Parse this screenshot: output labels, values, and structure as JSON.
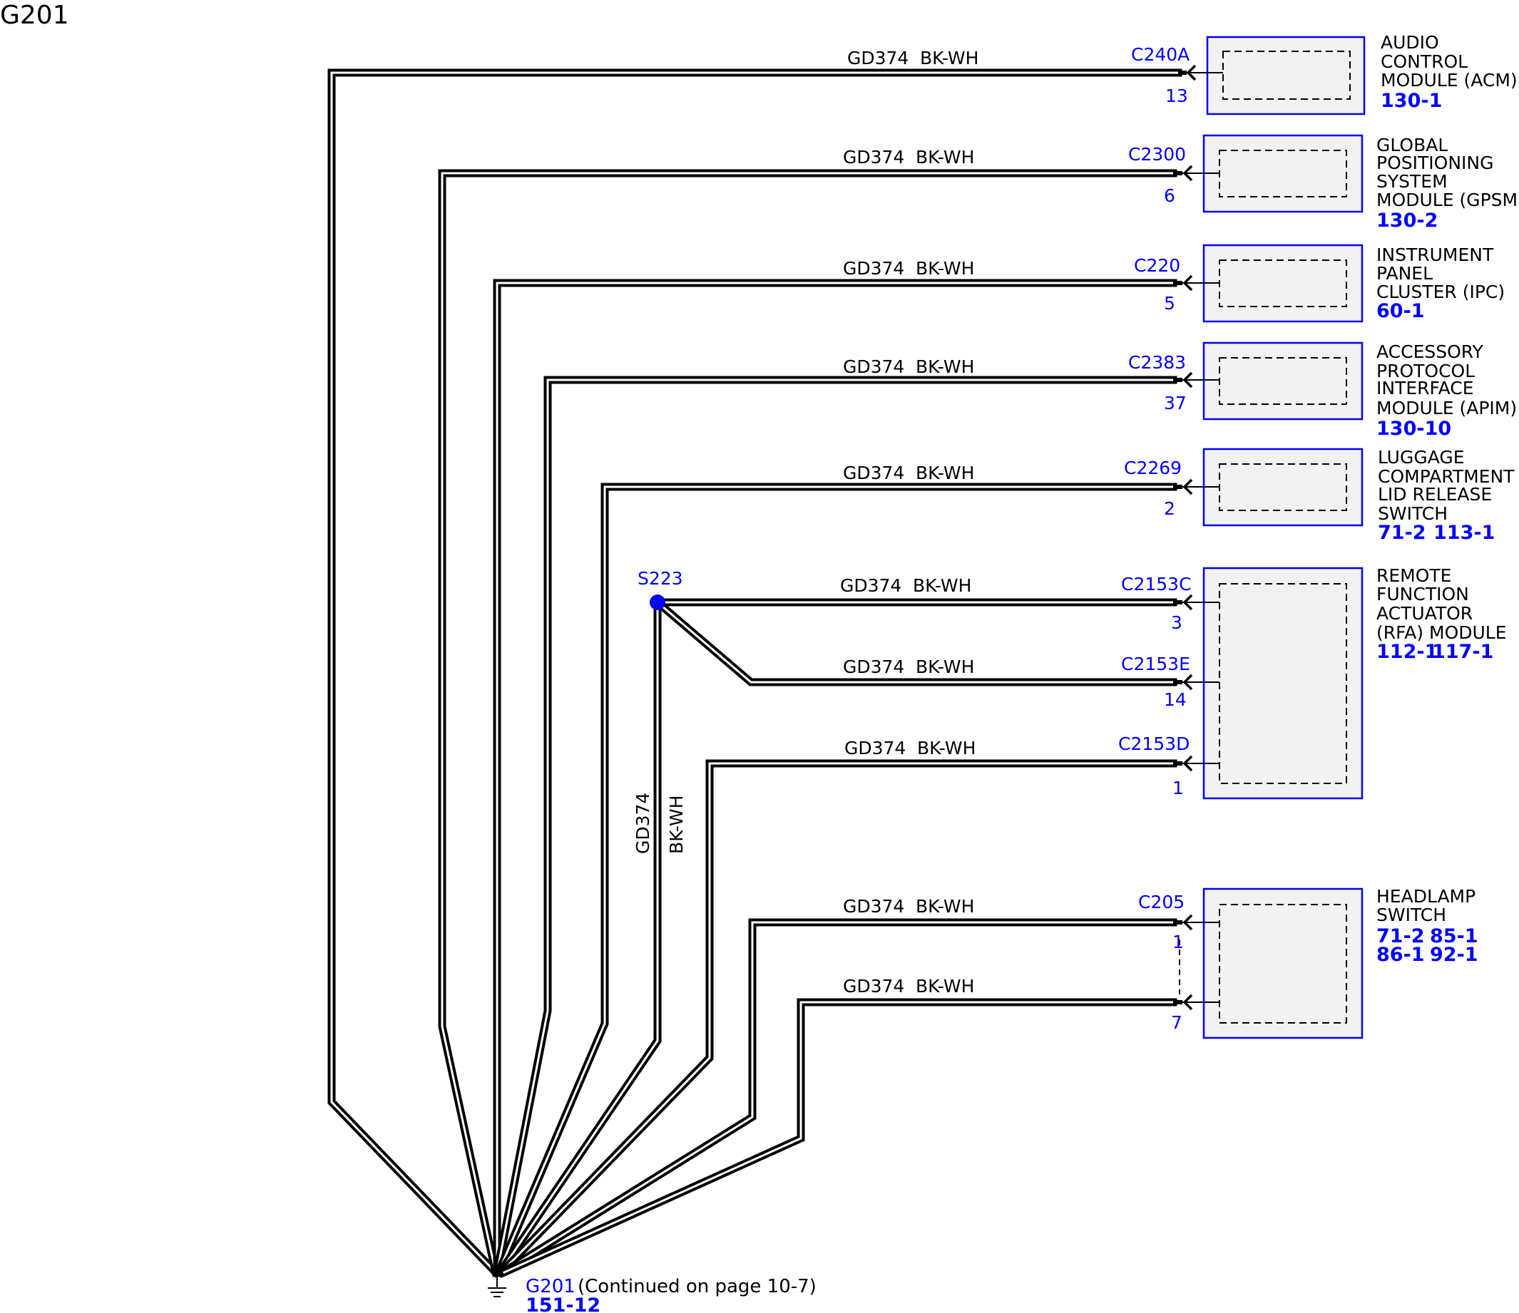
{
  "title": "G201",
  "wire": {
    "circuit": "GD374",
    "color": "BK-WH"
  },
  "splice": {
    "name": "S223"
  },
  "ground": {
    "name": "G201",
    "note": "(Continued on page 10-7)",
    "ref": "151-12"
  },
  "components": [
    {
      "key": "acm",
      "name_lines": [
        "AUDIO",
        "CONTROL",
        "MODULE (ACM)"
      ],
      "refs": [
        "130-1"
      ],
      "connections": [
        {
          "connector": "C240A",
          "pin": "13"
        }
      ]
    },
    {
      "key": "gpsm",
      "name_lines": [
        "GLOBAL",
        "POSITIONING",
        "SYSTEM",
        "MODULE (GPSM)"
      ],
      "refs": [
        "130-2"
      ],
      "connections": [
        {
          "connector": "C2300",
          "pin": "6"
        }
      ]
    },
    {
      "key": "ipc",
      "name_lines": [
        "INSTRUMENT",
        "PANEL",
        "CLUSTER (IPC)"
      ],
      "refs": [
        "60-1"
      ],
      "connections": [
        {
          "connector": "C220",
          "pin": "5"
        }
      ]
    },
    {
      "key": "apim",
      "name_lines": [
        "ACCESSORY",
        "PROTOCOL",
        "INTERFACE",
        "MODULE (APIM)"
      ],
      "refs": [
        "130-10"
      ],
      "connections": [
        {
          "connector": "C2383",
          "pin": "37"
        }
      ]
    },
    {
      "key": "luggage",
      "name_lines": [
        "LUGGAGE",
        "COMPARTMENT",
        "LID RELEASE",
        "SWITCH"
      ],
      "refs": [
        "71-2",
        "113-1"
      ],
      "connections": [
        {
          "connector": "C2269",
          "pin": "2"
        }
      ]
    },
    {
      "key": "rfa",
      "name_lines": [
        "REMOTE",
        "FUNCTION",
        "ACTUATOR",
        "(RFA) MODULE"
      ],
      "refs": [
        "112-1",
        "117-1"
      ],
      "connections": [
        {
          "connector": "C2153C",
          "pin": "3"
        },
        {
          "connector": "C2153E",
          "pin": "14"
        },
        {
          "connector": "C2153D",
          "pin": "1"
        }
      ]
    },
    {
      "key": "headlamp",
      "name_lines": [
        "HEADLAMP",
        "SWITCH"
      ],
      "refs": [
        "71-2",
        "85-1",
        "86-1",
        "92-1"
      ],
      "connections": [
        {
          "connector": "C205",
          "pin": "1"
        },
        {
          "connector": "",
          "pin": "7"
        }
      ]
    }
  ]
}
